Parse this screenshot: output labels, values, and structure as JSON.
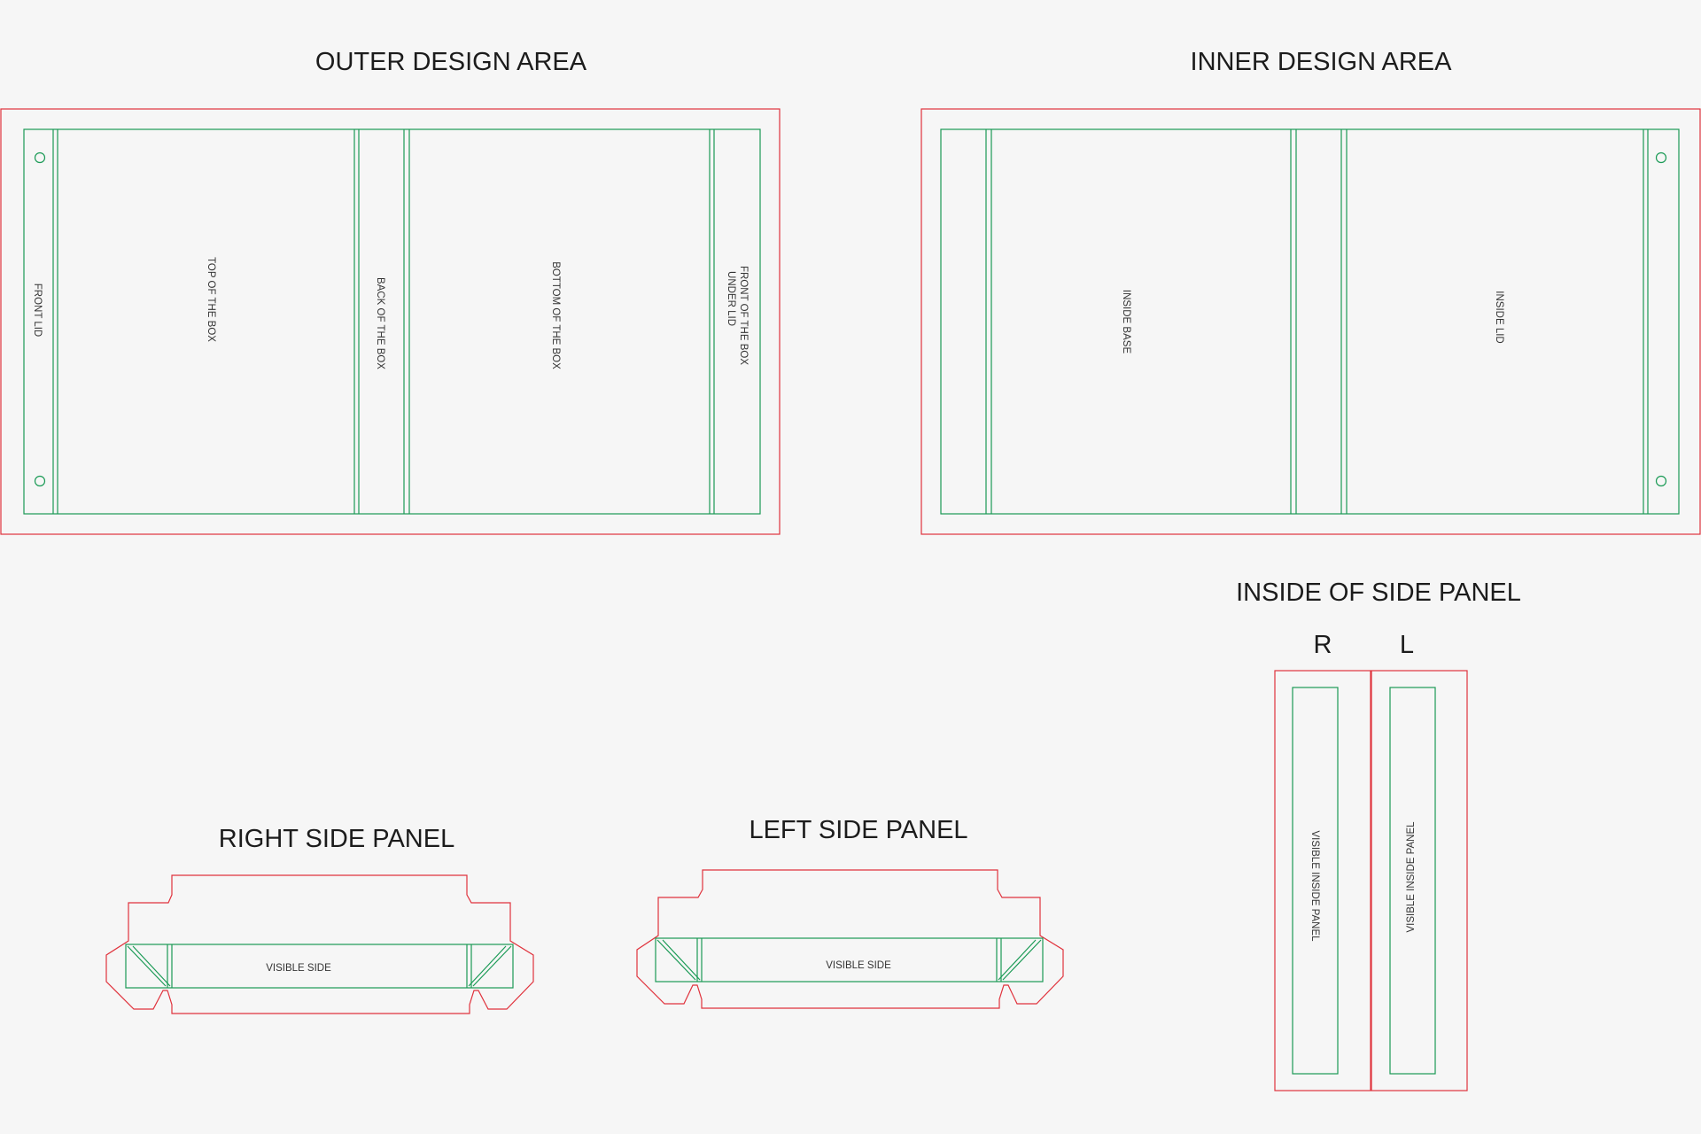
{
  "titles": {
    "outer": "OUTER DESIGN AREA",
    "inner": "INNER DESIGN AREA",
    "inside_side": "INSIDE OF SIDE PANEL",
    "right_side": "RIGHT SIDE PANEL",
    "left_side": "LEFT SIDE PANEL"
  },
  "markers": {
    "right": "R",
    "left": "L"
  },
  "outer_panels": {
    "front_lid": "FRONT LID",
    "top": "TOP OF THE BOX",
    "back": "BACK OF THE BOX",
    "bottom": "BOTTOM OF THE BOX",
    "front_line1": "FRONT OF THE BOX",
    "front_line2": "UNDER LID"
  },
  "inner_panels": {
    "base": "INSIDE BASE",
    "lid": "INSIDE LID"
  },
  "side_panels": {
    "right_visible": "VISIBLE SIDE",
    "left_visible": "VISIBLE SIDE",
    "inside_r": "VISIBLE INSIDE PANEL",
    "inside_l": "VISIBLE INSIDE PANEL"
  },
  "colors": {
    "cut_line": "#e0323c",
    "fold_line": "#1a9a55",
    "background": "#f6f6f6"
  }
}
